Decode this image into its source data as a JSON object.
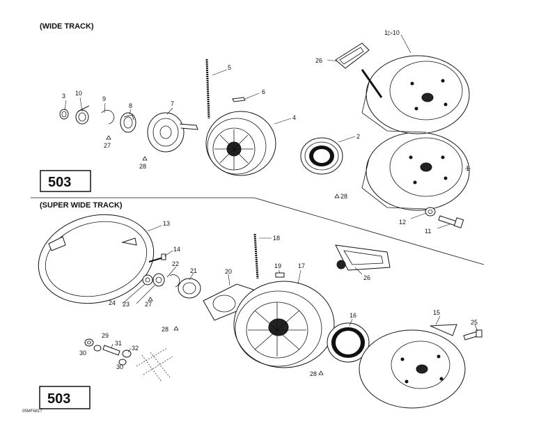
{
  "sections": {
    "top_title": "(WIDE TRACK)",
    "bottom_title": "(SUPER WIDE TRACK)"
  },
  "page_box_top": "503",
  "page_box_bottom": "503",
  "figure_code": "05MF6817",
  "callouts_top": [
    "1▷10",
    "26",
    "5",
    "6",
    "3",
    "10",
    "9",
    "8",
    "7",
    "4",
    "2",
    "1",
    "27",
    "28",
    "28",
    "12",
    "11"
  ],
  "callouts_bottom": [
    "13",
    "14",
    "18",
    "22",
    "21",
    "20",
    "19",
    "17",
    "26",
    "24",
    "23",
    "27",
    "28",
    "16",
    "15",
    "25",
    "29",
    "31",
    "32",
    "30",
    "30",
    "28"
  ]
}
